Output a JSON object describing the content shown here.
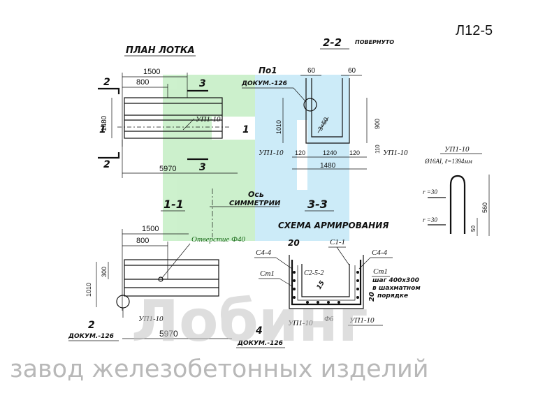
{
  "sheet_code": "Л12-5",
  "section_2_2": {
    "title": "2-2",
    "note": "ПОВЕРНУТО",
    "callout": "По1",
    "callout_doc": "ДОКУМ.-126",
    "dims": {
      "left_top": "60",
      "right_top": "60",
      "height_left": "1010",
      "height_right": "900",
      "slope": "3=50",
      "b120_left": "120",
      "b1240": "1240",
      "b120_right": "120",
      "b110": "110",
      "total": "1480"
    },
    "labels": {
      "up_left": "УП1-10",
      "up_right": "УП1-10"
    }
  },
  "plan": {
    "title": "ПЛАН ЛОТКА",
    "dims": {
      "d1500": "1500",
      "d800": "800",
      "d1480": "1480",
      "d5970": "5970"
    },
    "markers": {
      "cut2_top": "2",
      "cut2_bottom": "2",
      "cut3_top": "3",
      "cut3_bottom": "3",
      "cut1_left": "1",
      "cut1_right": "1"
    },
    "label_up": "УП1-10"
  },
  "detail_up": {
    "title": "УП1-10",
    "spec": "Ø16AI, ℓ=1394мм",
    "r_top": "r =30",
    "r_bottom": "r =30",
    "h560": "560",
    "h50": "50"
  },
  "axis_label": {
    "line1": "Ось",
    "line2": "СИММЕТРИИ"
  },
  "section_1_1": {
    "title": "1-1",
    "dims": {
      "d1500": "1500",
      "d800": "800",
      "d300": "300",
      "d1010": "1010",
      "d5970": "5970"
    },
    "hole": "Отверстие Ф40",
    "up_label": "УП1-10",
    "callout_num": "2",
    "callout_doc": "ДОКУМ.-126"
  },
  "section_3_3": {
    "title": "3-3",
    "subtitle": "СХЕМА АРМИРОВАНИЯ",
    "labels": {
      "d20": "20",
      "c1_1": "С1-1",
      "c4_4_left": "С4-4",
      "c4_4_right": "С4-4",
      "ct1_left": "Ст1",
      "ct1_right": "Ст1",
      "c2_5_2": "С2-5-2",
      "d15": "15",
      "step_line1": "шаг 400x300",
      "step_line2": "в шахматном",
      "step_line3": "порядке",
      "d20_side": "20",
      "f6": "Ф6",
      "up_left": "УП1-10",
      "up_right": "УП1-10",
      "callout_num": "4",
      "callout_doc": "ДОКУМ.-126"
    }
  },
  "watermark": {
    "brand": "Лобинг",
    "tagline": "завод железобетонных изделий"
  },
  "colors": {
    "green_overlay": "#9be39b",
    "blue_overlay": "#9ad8f2",
    "ink": "#111111",
    "watermark": "#c4c4c4"
  }
}
